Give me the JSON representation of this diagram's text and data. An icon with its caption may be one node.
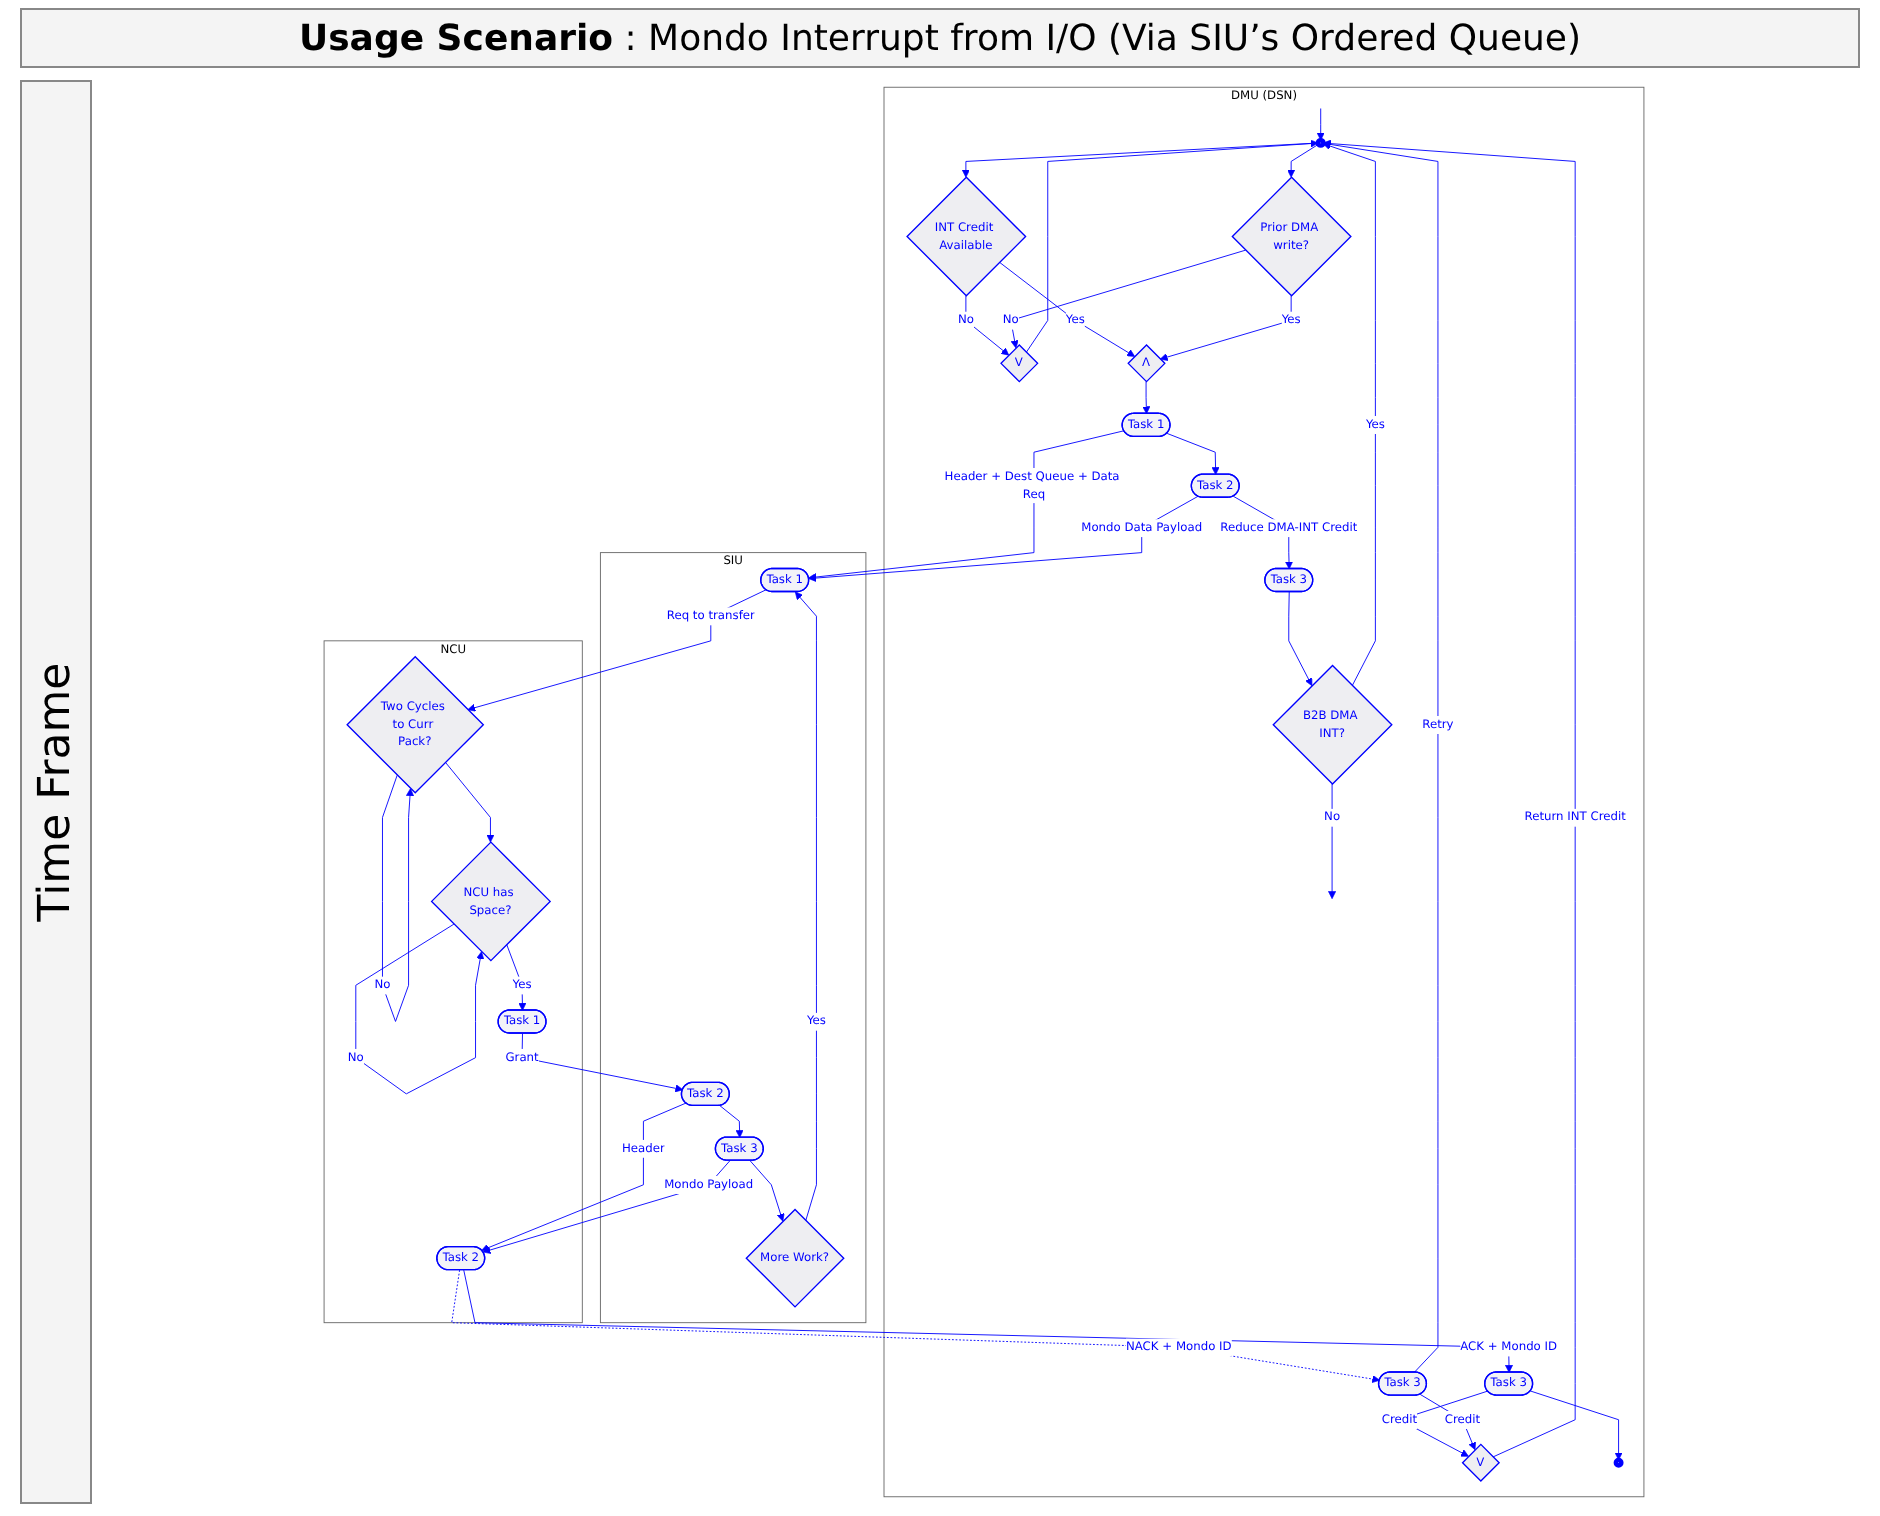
{
  "diagram": {
    "title": "**Usage Scenario** : Mondo Interrupt from I/O (Via SIU’s Ordered Queue)",
    "nodes": [
      {
        "text": [
          "DMU (DSN)"
        ]
      },
      {
        "text": [
          "SIU"
        ]
      },
      {
        "text": [
          "NCU"
        ]
      },
      {
        "text": [],
        "shape": "circle",
        "in": 0
      },
      {
        "text": [
          "V"
        ],
        "in": 0
      },
      {
        "text": [
          "INT Credit Available"
        ],
        "in": 0
      },
      {
        "text": [
          "Prior DMA write?"
        ],
        "in": 0
      },
      {
        "text": [
          "Λ"
        ],
        "in": 0
      },
      {
        "text": [
          "Task 1"
        ],
        "in": 0
      },
      {
        "text": [
          "Task 2"
        ],
        "in": 0
      },
      {
        "text": [
          "Task 3"
        ],
        "in": 0
      },
      {
        "text": [
          "B2B DMA INT?"
        ],
        "in": 0
      },
      {
        "text": [
          "Task 3"
        ],
        "in": 0
      },
      {
        "text": [
          "V"
        ],
        "in": 0
      },
      {
        "text": [
          "Task 3"
        ],
        "in": 0
      },
      {
        "text": [],
        "shape": "circle",
        "in": 0
      },
      {
        "text": [
          "Task 1"
        ],
        "in": 1
      },
      {
        "text": [
          "Task 2"
        ],
        "in": 1
      },
      {
        "text": [
          "Task 3"
        ],
        "in": 1
      },
      {
        "text": [
          "More Work?"
        ],
        "in": 1
      },
      {
        "text": [
          "Two Cycles to Curr Pack?"
        ],
        "in": 2
      },
      {
        "text": [
          "NCU has Space?"
        ],
        "in": 2
      },
      {
        "text": [
          "Task 1"
        ],
        "in": 2
      },
      {
        "text": [
          "Task 2"
        ],
        "in": 2
      }
    ],
    "edges": [
      {
        "from": null,
        "to": 3,
        "arrow": "to"
      },
      {
        "from": 3,
        "to": 5,
        "arrow": "to"
      },
      {
        "from": 3,
        "to": 6,
        "arrow": "to"
      },
      {
        "from": 5,
        "to": 4,
        "arrow": "to",
        "label": "No"
      },
      {
        "from": 6,
        "to": 4,
        "arrow": "to",
        "label": "No"
      },
      {
        "from": 4,
        "to": 3,
        "arrow": "to"
      },
      {
        "from": 5,
        "to": 7,
        "arrow": "to",
        "label": "Yes"
      },
      {
        "from": 6,
        "to": 7,
        "arrow": "to",
        "label": "Yes"
      },
      {
        "from": 7,
        "to": 8,
        "arrow": "to"
      },
      {
        "from": 8,
        "to": 9,
        "arrow": "to"
      },
      {
        "from": 9,
        "to": 10,
        "arrow": "to",
        "label": "Reduce DMA-INT Credit"
      },
      {
        "from": 10,
        "to": 11,
        "arrow": "to"
      },
      {
        "from": 11,
        "to": 3,
        "arrow": "to",
        "label": "Yes"
      },
      {
        "from": 11,
        "to": null,
        "arrow": "to",
        "label": "No"
      },
      {
        "from": 8,
        "to": 16,
        "arrow": "to",
        "label": "Header + Dest Queue + Data Req"
      },
      {
        "from": 9,
        "to": 16,
        "arrow": "to",
        "label": "Mondo Data Payload"
      },
      {
        "from": 16,
        "to": 20,
        "arrow": "to",
        "label": "Req to transfer"
      },
      {
        "from": 20,
        "to": 20,
        "arrow": "to",
        "label": "No"
      },
      {
        "from": 20,
        "to": 21,
        "arrow": "to"
      },
      {
        "from": 21,
        "to": 21,
        "arrow": "to",
        "label": "No"
      },
      {
        "from": 21,
        "to": 22,
        "arrow": "to",
        "label": "Yes"
      },
      {
        "from": 22,
        "to": 17,
        "arrow": "to",
        "label": "Grant"
      },
      {
        "from": 17,
        "to": 18,
        "arrow": "to"
      },
      {
        "from": 17,
        "to": 23,
        "arrow": "to",
        "label": "Header"
      },
      {
        "from": 18,
        "to": 23,
        "arrow": "to",
        "label": "Mondo Payload"
      },
      {
        "from": 18,
        "to": 19,
        "arrow": "to"
      },
      {
        "from": 19,
        "to": 16,
        "arrow": "to",
        "label": "Yes"
      },
      {
        "from": 23,
        "to": 12,
        "arrow": "to",
        "label": "ACK + Mondo ID"
      },
      {
        "from": 23,
        "to": 14,
        "arrow": "to",
        "label": "NACK + Mondo ID",
        "style": "dashed"
      },
      {
        "from": 12,
        "to": 13,
        "arrow": "to",
        "label": "Credit"
      },
      {
        "from": 14,
        "to": 13,
        "arrow": "to",
        "label": "Credit"
      },
      {
        "from": 12,
        "to": 15,
        "arrow": "to"
      },
      {
        "from": 14,
        "to": 3,
        "arrow": "to",
        "label": "Retry"
      },
      {
        "from": 13,
        "to": 3,
        "arrow": "to",
        "label": "Return INT Credit"
      }
    ],
    "labels": [
      "Time Frame"
    ]
  }
}
